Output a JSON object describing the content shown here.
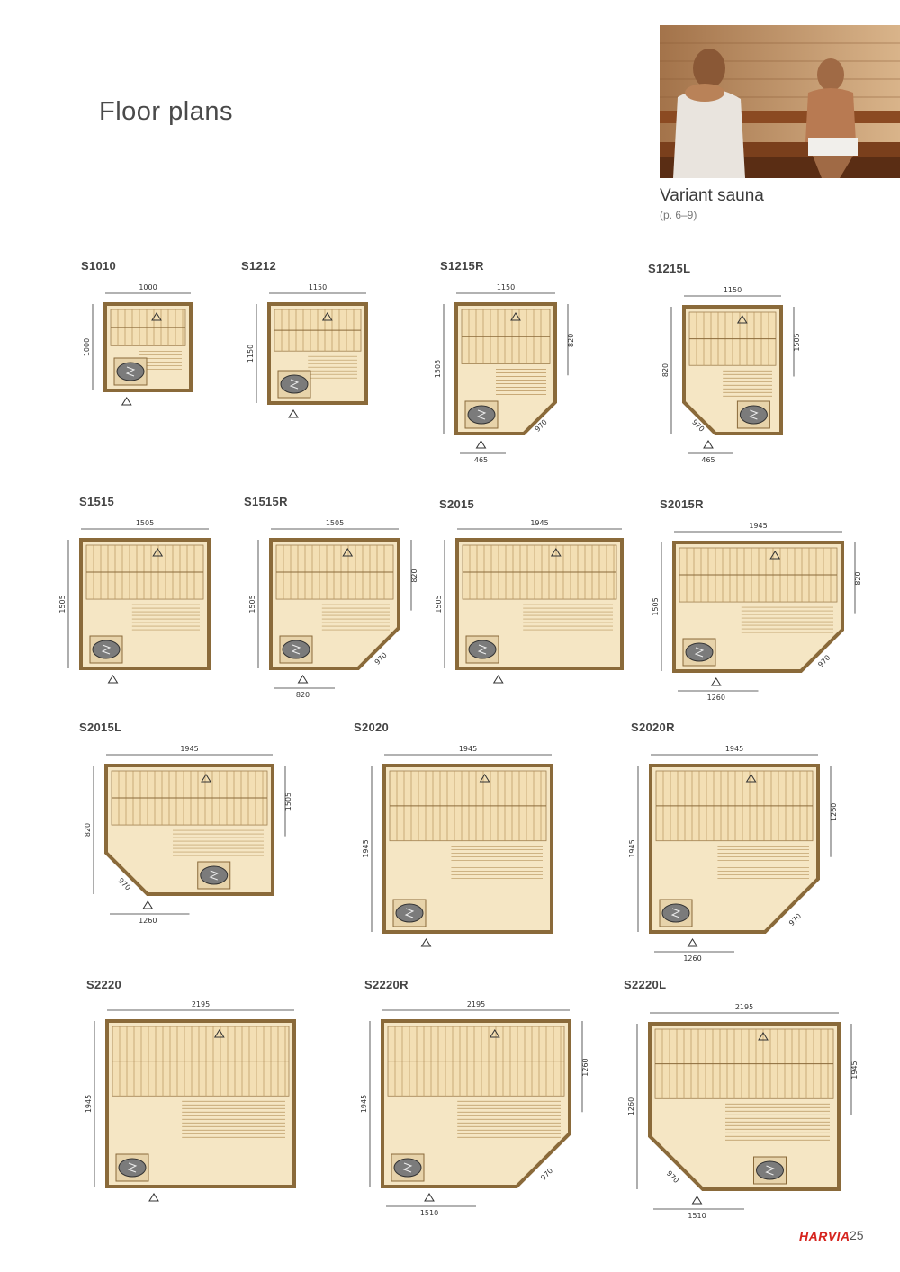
{
  "page": {
    "title": "Floor plans",
    "page_number": "25",
    "logo_text": "HARVIA"
  },
  "photo_caption": {
    "title": "Variant sauna",
    "pages": "(p. 6–9)"
  },
  "plans": [
    {
      "code": "S1010",
      "dims": [
        "1000",
        "1000"
      ]
    },
    {
      "code": "S1212",
      "dims": [
        "1150",
        "1150"
      ]
    },
    {
      "code": "S1215R",
      "dims": [
        "1150",
        "1505",
        "820",
        "970",
        "465"
      ]
    },
    {
      "code": "S1215L",
      "dims": [
        "1150",
        "820",
        "1505",
        "970",
        "465"
      ]
    },
    {
      "code": "S1515",
      "dims": [
        "1505",
        "1505"
      ]
    },
    {
      "code": "S1515R",
      "dims": [
        "1505",
        "1505",
        "820",
        "970",
        "820"
      ]
    },
    {
      "code": "S2015",
      "dims": [
        "1945",
        "1505"
      ]
    },
    {
      "code": "S2015R",
      "dims": [
        "1945",
        "1505",
        "820",
        "970",
        "1260"
      ]
    },
    {
      "code": "S2015L",
      "dims": [
        "1945",
        "820",
        "1505",
        "970",
        "1260"
      ]
    },
    {
      "code": "S2020",
      "dims": [
        "1945",
        "1945"
      ]
    },
    {
      "code": "S2020R",
      "dims": [
        "1945",
        "1945",
        "1260",
        "970",
        "1260"
      ]
    },
    {
      "code": "S2220",
      "dims": [
        "2195",
        "1945"
      ]
    },
    {
      "code": "S2220R",
      "dims": [
        "2195",
        "1945",
        "1260",
        "970",
        "1510"
      ]
    },
    {
      "code": "S2220L",
      "dims": [
        "2195",
        "1260",
        "1945",
        "970",
        "1510"
      ]
    }
  ]
}
